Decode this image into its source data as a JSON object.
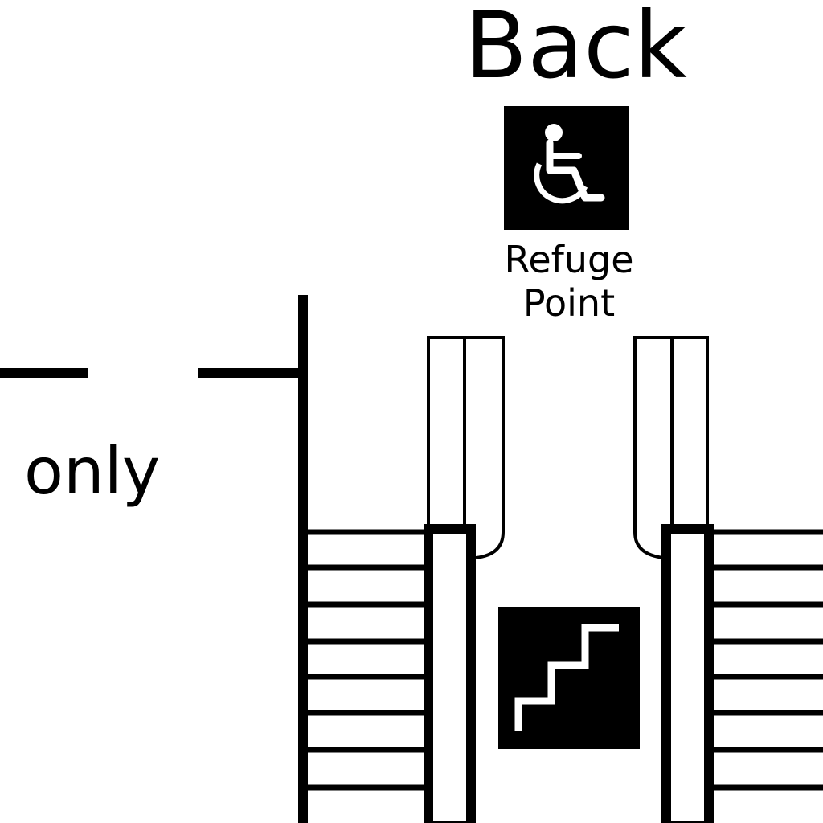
{
  "plan": {
    "title": "Back",
    "refuge_label_line1": "Refuge",
    "refuge_label_line2": "Point",
    "side_label": "only"
  },
  "icons": {
    "refuge": "wheelchair-icon",
    "stairs": "stairs-icon"
  },
  "colors": {
    "ink": "#000000",
    "paper": "#ffffff"
  }
}
